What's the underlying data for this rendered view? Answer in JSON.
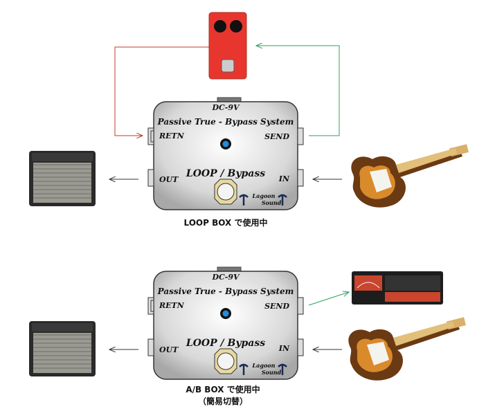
{
  "colors": {
    "return_line": "#c0392b",
    "send_line": "#27a05a",
    "led": "#1e8fe0",
    "pedal": "#e8362f"
  },
  "box": {
    "power": "DC-9V",
    "title": "Passive True - Bypass  System",
    "retn": "RETN",
    "send": "SEND",
    "out": "OUT",
    "in": "IN",
    "switch_label": "LOOP / Bypass",
    "logo_line1": "Lagoon",
    "logo_line2": "Sound"
  },
  "top": {
    "caption": "LOOP BOX  で使用中"
  },
  "bottom": {
    "caption_line1": "A/B  BOX  で使用中",
    "caption_line2": "（簡易切替）"
  }
}
